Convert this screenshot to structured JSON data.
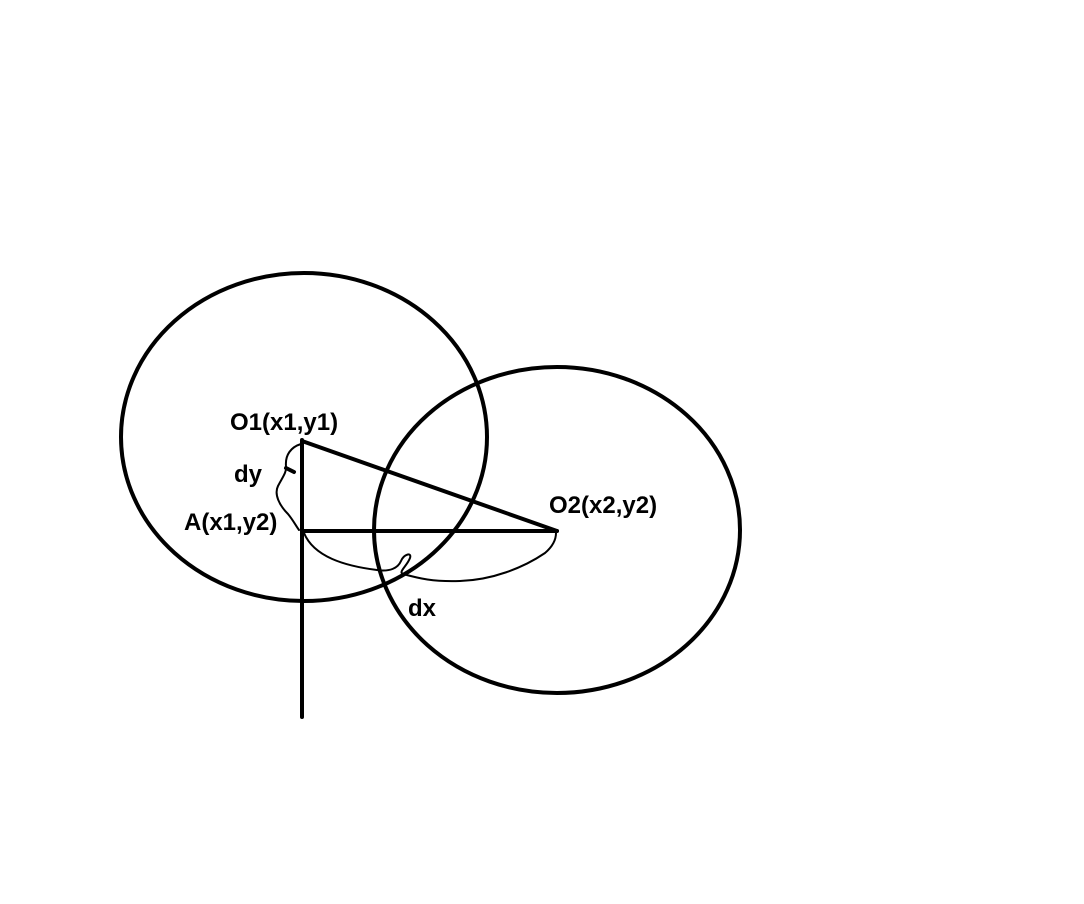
{
  "diagram": {
    "colors": {
      "background": "#ffffff",
      "ink": "#000000"
    },
    "labels": {
      "center_o1": "O1(x1,y1)",
      "center_o2": "O2(x2,y2)",
      "point_a": "A(x1,y2)",
      "dy": "dy",
      "dx": "dx"
    }
  }
}
